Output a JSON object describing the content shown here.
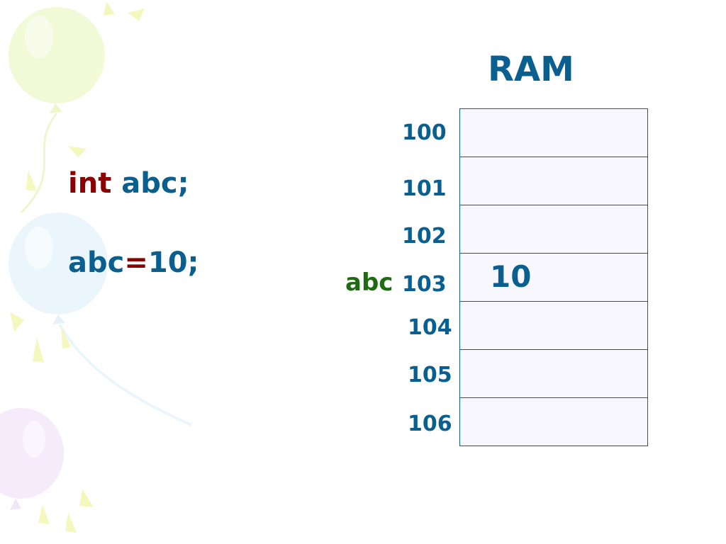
{
  "code": {
    "line1": {
      "keyword": "int",
      "identifier": "abc;"
    },
    "line2": {
      "identifier": "abc",
      "operator": "=",
      "value": "10;"
    }
  },
  "ram": {
    "title": "RAM",
    "addresses": [
      "100",
      "101",
      "102",
      "103",
      "104",
      "105",
      "106"
    ],
    "stored_value": "10",
    "variable_label": "abc"
  },
  "colors": {
    "keyword": "#8b0000",
    "identifier": "#0b5f8f",
    "variable_label": "#1e6b12"
  },
  "icons": [
    "balloon-yellow-icon",
    "balloon-blue-icon",
    "balloon-purple-icon",
    "confetti-icon"
  ]
}
